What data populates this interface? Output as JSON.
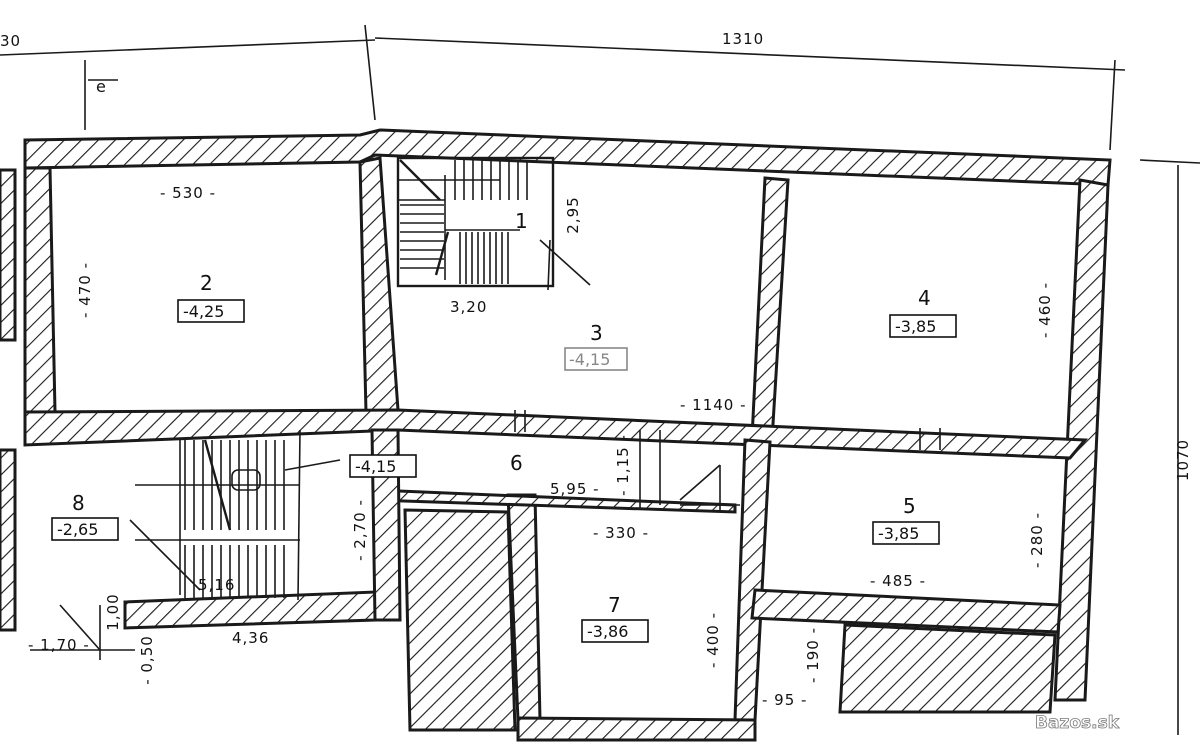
{
  "overall_dims": {
    "top_left": "30",
    "top_right": "1310",
    "right_side": "1070"
  },
  "rooms": [
    {
      "id": "1",
      "number": "1"
    },
    {
      "id": "2",
      "number": "2",
      "level": "-4,25"
    },
    {
      "id": "3",
      "number": "3",
      "level": "-4,15"
    },
    {
      "id": "4",
      "number": "4",
      "level": "-3,85"
    },
    {
      "id": "5",
      "number": "5",
      "level": "-3,85"
    },
    {
      "id": "6",
      "number": "6",
      "level": "-4,15"
    },
    {
      "id": "7",
      "number": "7",
      "level": "-3,86"
    },
    {
      "id": "8",
      "number": "8",
      "level": "-2,65"
    }
  ],
  "dimensions": {
    "room2_width": "- 530 -",
    "room2_height": "- 470 -",
    "stair_height": "2,95",
    "stair_width": "3,20",
    "room3_length": "- 1140 -",
    "room4_height": "- 460 -",
    "room5_height": "- 280 -",
    "room5_width": "- 485 -",
    "room6_a": "5,95 -",
    "room6_b": "- 1,15 -",
    "room7_width": "- 330 -",
    "room7_height": "- 400 -",
    "corridor_h": "- 2,70 -",
    "stair8_a": "5,16",
    "wall_436": "4,36",
    "d_170": "- 1,70 -",
    "d_100": "1,00",
    "d_050": "- 0,50",
    "d_190": "- 190 -",
    "d_95": "- 95 -"
  },
  "watermark": "Bazos.sk"
}
